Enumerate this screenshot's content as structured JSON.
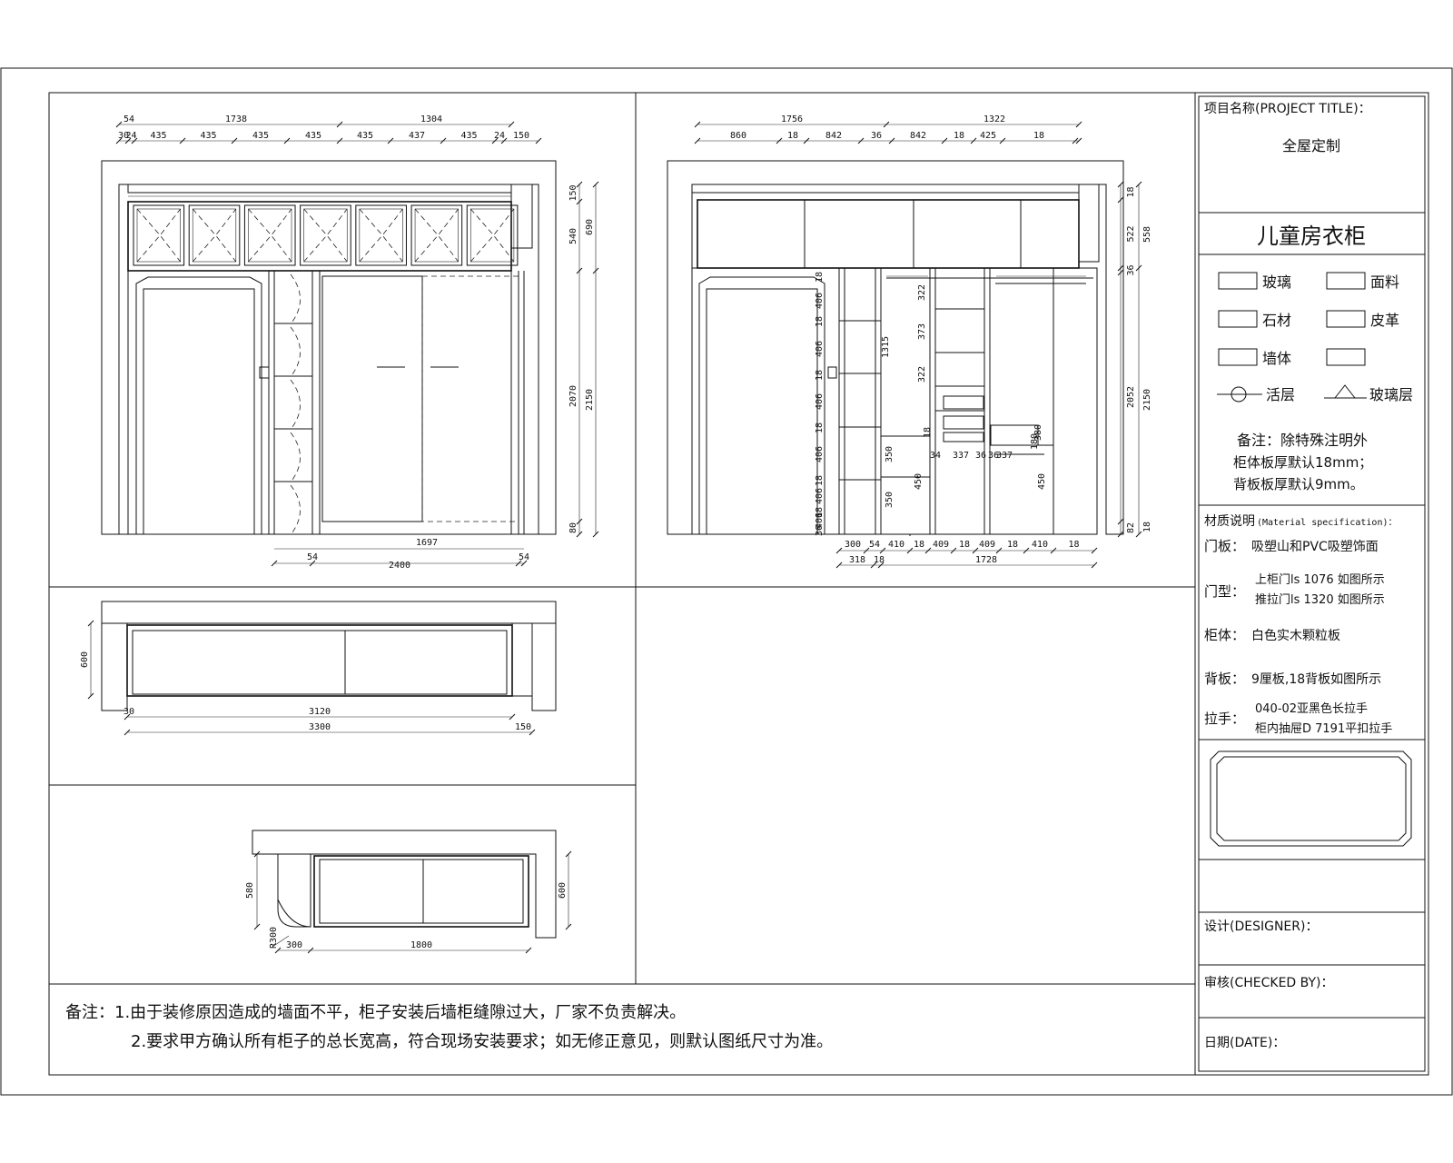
{
  "drawing_title": "儿童房衣柜",
  "title_block": {
    "project_label": "项目名称(PROJECT TITLE)：",
    "project_name": "全屋定制",
    "legend": [
      {
        "icon": "glass-hatch-icon",
        "label": "玻璃"
      },
      {
        "icon": "fabric-hatch-icon",
        "label": "面料"
      },
      {
        "icon": "stone-hatch-icon",
        "label": "石材"
      },
      {
        "icon": "leather-hatch-icon",
        "label": "皮革"
      },
      {
        "icon": "wall-hatch-icon",
        "label": "墙体"
      },
      {
        "icon": "blank-box-icon",
        "label": ""
      },
      {
        "icon": "movable-shelf-icon",
        "label": "活层"
      },
      {
        "icon": "glass-shelf-icon",
        "label": "玻璃层"
      }
    ],
    "note_lines": [
      "备注：除特殊注明外",
      "柜体板厚默认18mm；",
      "背板板厚默认9mm。"
    ],
    "material_heading": "材质说明",
    "material_heading_en": "(Material specification)：",
    "materials": [
      {
        "key": "门板：",
        "lines": [
          "吸塑山和PVC吸塑饰面"
        ]
      },
      {
        "key": "门型：",
        "lines": [
          "上柜门ls 1076 如图所示",
          "推拉门ls 1320 如图所示"
        ]
      },
      {
        "key": "柜体：",
        "lines": [
          "白色实木颗粒板"
        ]
      },
      {
        "key": "背板：",
        "lines": [
          "9厘板,18背板如图所示"
        ]
      },
      {
        "key": "拉手：",
        "lines": [
          "040-02亚黑色长拉手",
          "柜内抽屉D 7191平扣拉手"
        ]
      }
    ],
    "designer": "设计(DESIGNER)：",
    "checked": "审核(CHECKED BY)：",
    "date": "日期(DATE)："
  },
  "bottom_notes": {
    "line1": "备注：1.由于装修原因造成的墙面不平，柜子安装后墙柜缝隙过大，厂家不负责解决。",
    "line2": "2.要求甲方确认所有柜子的总长宽高，符合现场安装要求；如无修正意见，则默认图纸尺寸为准。"
  },
  "front_view": {
    "top_dims_1": [
      "54",
      "1738",
      "1304"
    ],
    "top_dims_2": [
      "30",
      "24",
      "435",
      "435",
      "435",
      "435",
      "435",
      "437",
      "435",
      "24",
      "150"
    ],
    "right_dims_1": [
      "150",
      "540",
      "2070",
      "80"
    ],
    "right_dims_2": [
      "690",
      "2150"
    ],
    "bottom_dims_1": [
      "1697"
    ],
    "bottom_dims_2": [
      "54",
      "2400",
      "54"
    ],
    "ref_mark_left": "",
    "ref_mark_right": ""
  },
  "interior_view": {
    "top_dims_1": [
      "1756",
      "1322"
    ],
    "top_dims_2": [
      "860",
      "18",
      "842",
      "36",
      "842",
      "18",
      "425",
      "18"
    ],
    "right_dims_1": [
      "18",
      "522",
      "36",
      "2052",
      "82"
    ],
    "right_dims_2": [
      "558",
      "2150",
      "18"
    ],
    "left_col_dims": [
      "18",
      "406",
      "18",
      "406",
      "18",
      "406",
      "18",
      "406",
      "18",
      "406",
      "18",
      "406",
      "36"
    ],
    "inner_dims": [
      "322",
      "373",
      "322",
      "1315",
      "350",
      "350",
      "18",
      "450",
      "450",
      "380",
      "180"
    ],
    "row_dims": [
      "34",
      "337",
      "36",
      "36",
      "337"
    ],
    "bottom_dims_1": [
      "300",
      "54",
      "410",
      "18",
      "409",
      "18",
      "409",
      "18",
      "410",
      "18"
    ],
    "bottom_dims_2": [
      "318",
      "18",
      "1728"
    ]
  },
  "plan_view_1": {
    "dims": [
      "600",
      "30",
      "3120",
      "3300",
      "150"
    ]
  },
  "plan_view_2": {
    "dims": [
      "580",
      "600",
      "R300",
      "300",
      "1800"
    ]
  }
}
